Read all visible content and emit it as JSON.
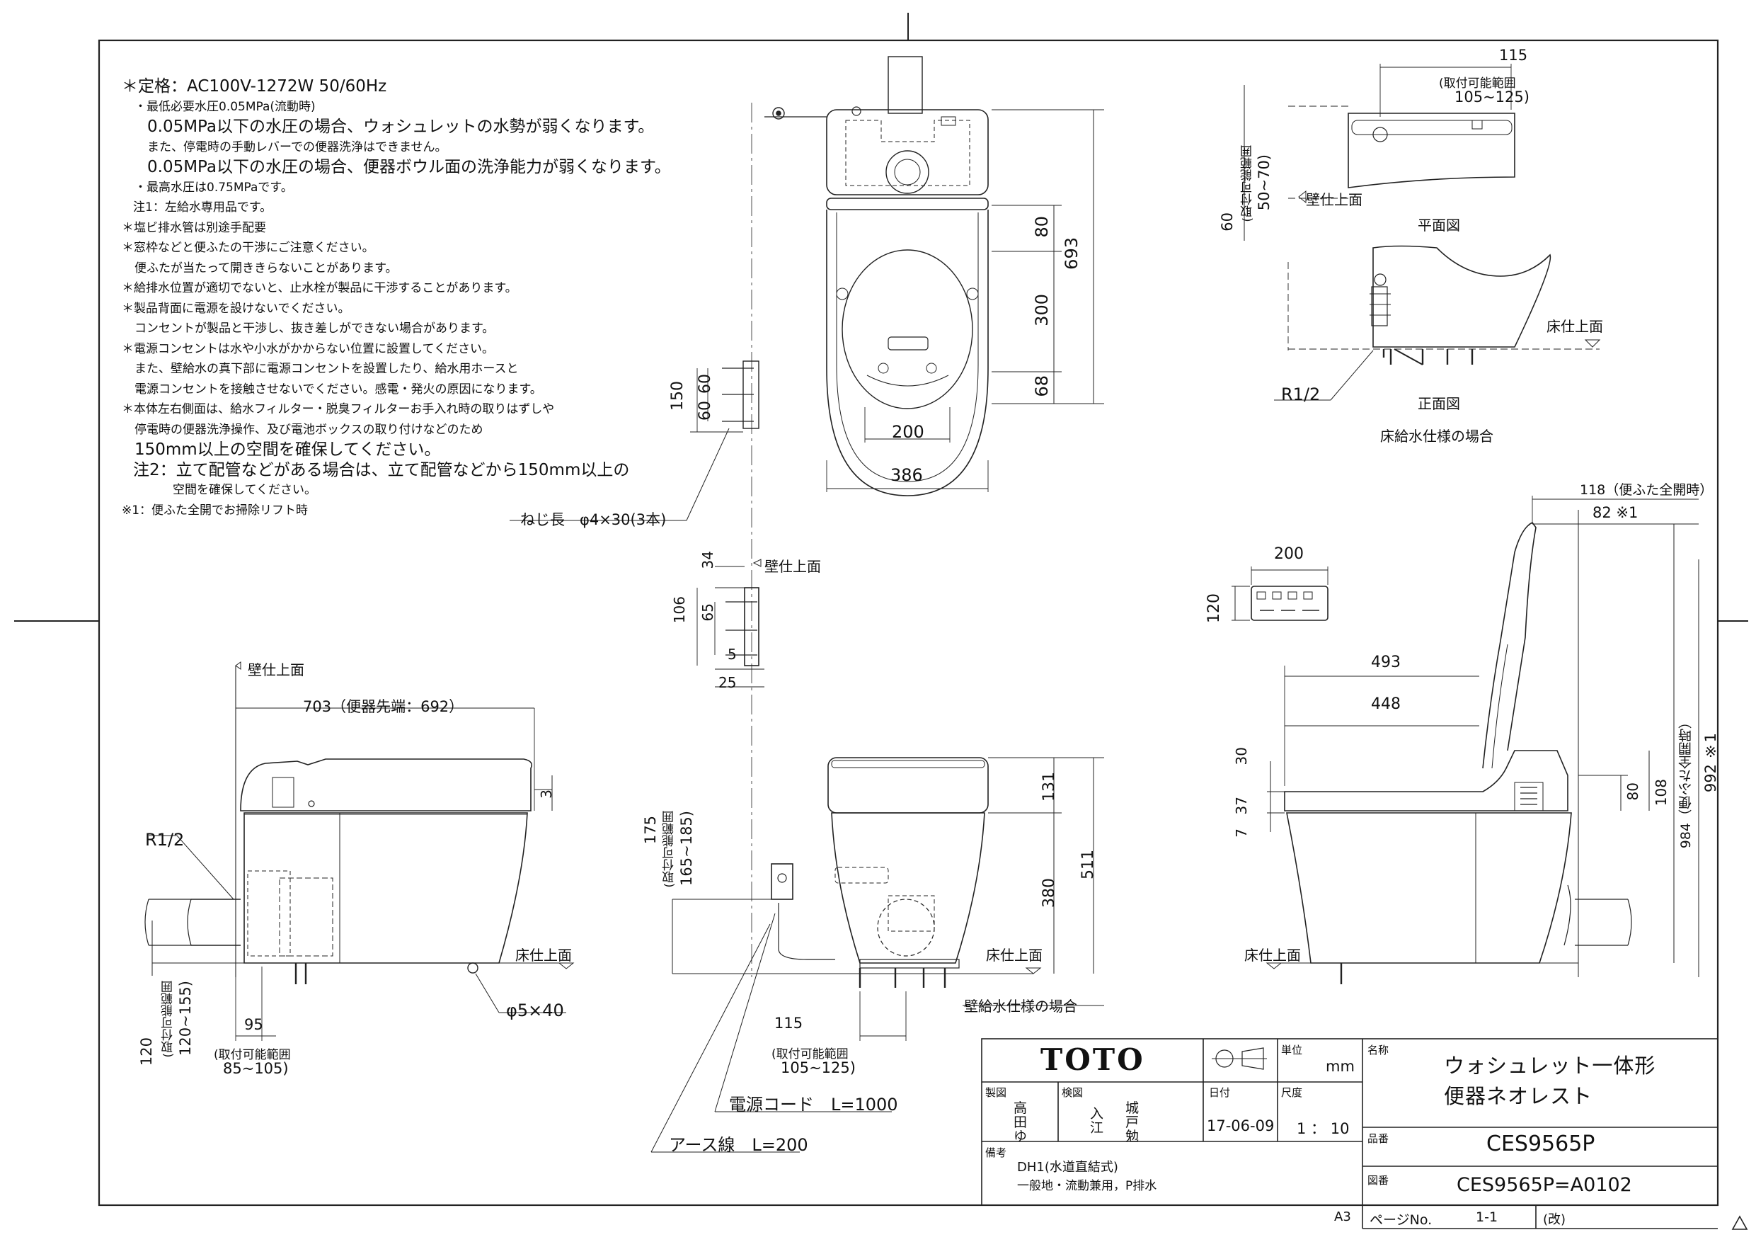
{
  "notes": [
    "＊定格：AC100V-1272W 50/60Hz",
    "・最低必要水圧0.05MPa(流動時)",
    "0.05MPa以下の水圧の場合、ウォシュレットの水勢が弱くなります。",
    "また、停電時の手動レバーでの便器洗浄はできません。",
    "0.05MPa以下の水圧の場合、便器ボウル面の洗浄能力が弱くなります。",
    "・最高水圧は0.75MPaです。",
    "注1：左給水専用品です。",
    "＊塩ビ排水管は別途手配要",
    "＊窓枠などと便ふたの干渉にご注意ください。",
    "便ふたが当たって開ききらないことがあります。",
    "＊給排水位置が適切でないと、止水栓が製品に干渉することがあります。",
    "＊製品背面に電源を設けないでください。",
    "コンセントが製品と干渉し、抜き差しができない場合があります。",
    "＊電源コンセントは水や小水がかからない位置に設置してください。",
    "また、壁給水の真下部に電源コンセントを設置したり、給水用ホースと",
    "電源コンセントを接触させないでください。感電・発火の原因になります。",
    "＊本体左右側面は、給水フィルター・脱臭フィルターお手入れ時の取りはずしや",
    "停電時の便器洗浄操作、及び電池ボックスの取り付けなどのため",
    "150mm以上の空間を確保してください。",
    "注2：立て配管などがある場合は、立て配管などから150mm以上の",
    "空間を確保してください。",
    "※1：便ふた全開でお掃除リフト時"
  ],
  "labels": {
    "screw": "ねじ長　φ4×30(3本)",
    "wall_face": "壁仕上面",
    "floor_face": "床仕上面",
    "plan_view": "平面図",
    "front_view": "正面図",
    "floor_supply": "床給水仕様の場合",
    "wall_supply": "壁給水仕様の場合",
    "r_half": "R1/2",
    "phi_5x40": "φ5×40",
    "power_cord": "電源コード　L=1000",
    "earth_wire": "アース線　L=200",
    "range_label": "(取付可能範囲",
    "side_overall": "703（便器先端：692）",
    "lid_open_118": "118（便ふた全開時）",
    "d_82": "82 ※1",
    "d_992": "992 ※1",
    "d_984": "984（便ふた全開時）",
    "range_120_155": "120~155)",
    "range_85_105": "85~105)",
    "range_105_125": "105~125)",
    "range_165_185": "165~185)",
    "range_50_70": "50~70)"
  },
  "dims": {
    "top_693": "693",
    "top_80": "80",
    "top_300": "300",
    "top_68": "68",
    "top_200": "200",
    "top_386": "386",
    "h_150": "150",
    "h_60a": "60",
    "h_60b": "60",
    "plan_115": "115",
    "plan_60": "60",
    "bracket_34": "34",
    "bracket_106": "106",
    "bracket_65": "65",
    "bracket_5": "5",
    "bracket_25": "25",
    "side_3": "3",
    "side_120": "120",
    "side_95": "95",
    "front_131": "131",
    "front_511": "511",
    "front_380": "380",
    "front_175": "175",
    "front_115": "115",
    "remote_200": "200",
    "remote_120": "120",
    "r_493": "493",
    "r_448": "448",
    "r_30": "30",
    "r_37": "37",
    "r_7": "7",
    "r_80": "80",
    "r_108": "108"
  },
  "title_block": {
    "logo": "TOTO",
    "unit_label": "単位",
    "unit": "mm",
    "name_label": "名称",
    "name_line1": "ウォシュレット一体形",
    "name_line2": "便器ネオレスト",
    "drawn_label": "製図",
    "drawn_names": [
      "高",
      "田",
      "ゆ"
    ],
    "check_label": "検図",
    "check_names_a": [
      "入",
      "江"
    ],
    "check_names_b": [
      "城",
      "戸",
      "勉"
    ],
    "date_label": "日付",
    "date": "17-06-09",
    "scale_label": "尺度",
    "scale": "1 ： 10",
    "product_label": "品番",
    "product": "CES9565P",
    "remarks_label": "備考",
    "remarks_1": "DH1(水道直結式)",
    "remarks_2": "一般地・流動兼用，P排水",
    "drawing_label": "図番",
    "drawing_no": "CES9565P=A0102",
    "paper": "A3",
    "page_label": "ページNo.",
    "page": "1-1",
    "rev": "(改)"
  }
}
